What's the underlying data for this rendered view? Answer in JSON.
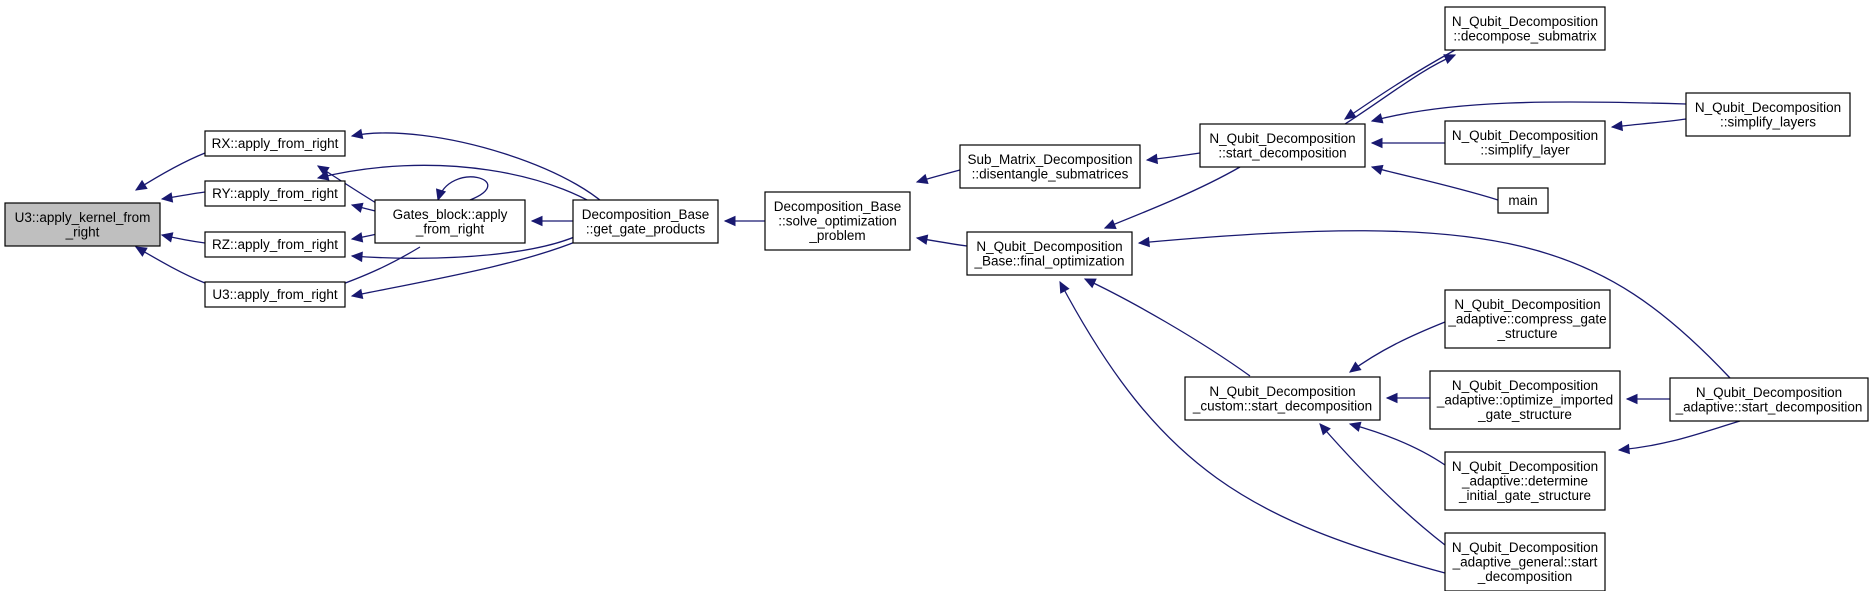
{
  "diagram": {
    "type": "call-graph",
    "edge_color": "#191970",
    "root_fill": "#bfbfbf",
    "nodes": [
      {
        "id": "u3_kernel",
        "lines": [
          "U3::apply_kernel_from",
          "_right"
        ],
        "root": true
      },
      {
        "id": "rx",
        "lines": [
          "RX::apply_from_right"
        ]
      },
      {
        "id": "ry",
        "lines": [
          "RY::apply_from_right"
        ]
      },
      {
        "id": "rz",
        "lines": [
          "RZ::apply_from_right"
        ]
      },
      {
        "id": "u3",
        "lines": [
          "U3::apply_from_right"
        ]
      },
      {
        "id": "gates",
        "lines": [
          "Gates_block::apply",
          "_from_right"
        ]
      },
      {
        "id": "getgp",
        "lines": [
          "Decomposition_Base",
          "::get_gate_products"
        ]
      },
      {
        "id": "solve",
        "lines": [
          "Decomposition_Base",
          "::solve_optimization",
          "_problem"
        ]
      },
      {
        "id": "sub",
        "lines": [
          "Sub_Matrix_Decomposition",
          "::disentangle_submatrices"
        ]
      },
      {
        "id": "final",
        "lines": [
          "N_Qubit_Decomposition",
          "_Base::final_optimization"
        ]
      },
      {
        "id": "nq_start",
        "lines": [
          "N_Qubit_Decomposition",
          "::start_decomposition"
        ]
      },
      {
        "id": "custom",
        "lines": [
          "N_Qubit_Decomposition",
          "_custom::start_decomposition"
        ]
      },
      {
        "id": "decsub",
        "lines": [
          "N_Qubit_Decomposition",
          "::decompose_submatrix"
        ]
      },
      {
        "id": "simpl1",
        "lines": [
          "N_Qubit_Decomposition",
          "::simplify_layer"
        ]
      },
      {
        "id": "main",
        "lines": [
          "main"
        ]
      },
      {
        "id": "compress",
        "lines": [
          "N_Qubit_Decomposition",
          "_adaptive::compress_gate",
          "_structure"
        ]
      },
      {
        "id": "optimp",
        "lines": [
          "N_Qubit_Decomposition",
          "_adaptive::optimize_imported",
          "_gate_structure"
        ]
      },
      {
        "id": "determ",
        "lines": [
          "N_Qubit_Decomposition",
          "_adaptive::determine",
          "_initial_gate_structure"
        ]
      },
      {
        "id": "general",
        "lines": [
          "N_Qubit_Decomposition",
          "_adaptive_general::start",
          "_decomposition"
        ]
      },
      {
        "id": "simpls",
        "lines": [
          "N_Qubit_Decomposition",
          "::simplify_layers"
        ]
      },
      {
        "id": "adapt",
        "lines": [
          "N_Qubit_Decomposition",
          "_adaptive::start_decomposition"
        ]
      }
    ],
    "edges": [
      {
        "from": "rx",
        "to": "u3_kernel"
      },
      {
        "from": "ry",
        "to": "u3_kernel"
      },
      {
        "from": "rz",
        "to": "u3_kernel"
      },
      {
        "from": "u3",
        "to": "u3_kernel"
      },
      {
        "from": "gates",
        "to": "rx"
      },
      {
        "from": "getgp",
        "to": "rx"
      },
      {
        "from": "gates",
        "to": "ry"
      },
      {
        "from": "getgp",
        "to": "ry"
      },
      {
        "from": "gates",
        "to": "rz"
      },
      {
        "from": "getgp",
        "to": "rz"
      },
      {
        "from": "gates",
        "to": "u3"
      },
      {
        "from": "getgp",
        "to": "u3"
      },
      {
        "from": "gates",
        "to": "gates"
      },
      {
        "from": "getgp",
        "to": "gates"
      },
      {
        "from": "solve",
        "to": "getgp"
      },
      {
        "from": "sub",
        "to": "solve"
      },
      {
        "from": "final",
        "to": "solve"
      },
      {
        "from": "nq_start",
        "to": "sub"
      },
      {
        "from": "nq_start",
        "to": "final"
      },
      {
        "from": "custom",
        "to": "final"
      },
      {
        "from": "general",
        "to": "final"
      },
      {
        "from": "adapt",
        "to": "final"
      },
      {
        "from": "decsub",
        "to": "nq_start"
      },
      {
        "from": "nq_start",
        "to": "decsub"
      },
      {
        "from": "simpls",
        "to": "nq_start"
      },
      {
        "from": "simpl1",
        "to": "nq_start"
      },
      {
        "from": "main",
        "to": "nq_start"
      },
      {
        "from": "simpls",
        "to": "simpl1"
      },
      {
        "from": "compress",
        "to": "custom"
      },
      {
        "from": "optimp",
        "to": "custom"
      },
      {
        "from": "determ",
        "to": "custom"
      },
      {
        "from": "general",
        "to": "custom"
      },
      {
        "from": "adapt",
        "to": "optimp"
      },
      {
        "from": "adapt",
        "to": "determ"
      }
    ]
  }
}
